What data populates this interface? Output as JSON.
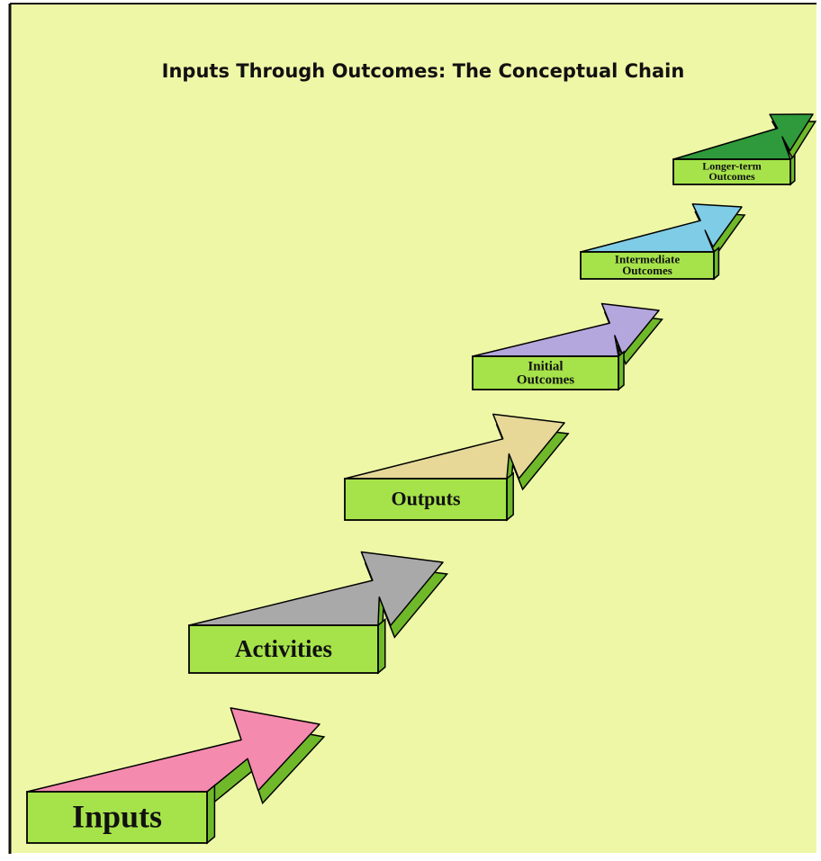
{
  "title": "Inputs Through Outcomes: The Conceptual Chain",
  "colors": {
    "background": "#eef7a6",
    "box_face": "#a6e34a",
    "box_side": "#6fb82a",
    "outline": "#000000",
    "frame": "#111111"
  },
  "steps": [
    {
      "label_lines": [
        "Inputs"
      ],
      "arrow_color": "#f48aae"
    },
    {
      "label_lines": [
        "Activities"
      ],
      "arrow_color": "#a9a9a9"
    },
    {
      "label_lines": [
        "Outputs"
      ],
      "arrow_color": "#e7d898"
    },
    {
      "label_lines": [
        "Initial",
        "Outcomes"
      ],
      "arrow_color": "#b4a7dd"
    },
    {
      "label_lines": [
        "Intermediate",
        "Outcomes"
      ],
      "arrow_color": "#7fcce6"
    },
    {
      "label_lines": [
        "Longer-term",
        "Outcomes"
      ],
      "arrow_color": "#2e9a3b"
    }
  ]
}
